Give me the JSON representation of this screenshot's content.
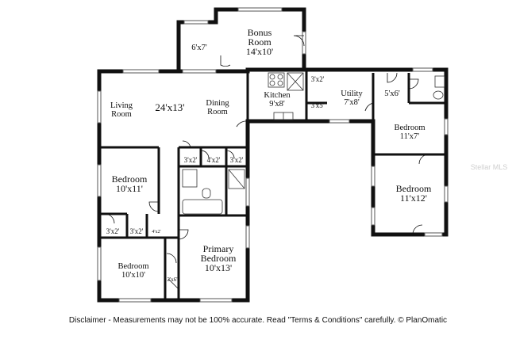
{
  "rooms": {
    "bonus": {
      "name1": "Bonus",
      "name2": "Room",
      "dim": "14'x10'"
    },
    "closet_6x7": {
      "dim": "6'x7'"
    },
    "living": {
      "name1": "Living",
      "name2": "Room"
    },
    "main_dim": {
      "dim": "24'x13'"
    },
    "dining": {
      "name1": "Dining",
      "name2": "Room"
    },
    "kitchen": {
      "name": "Kitchen",
      "dim": "9'x8'"
    },
    "pantry_3x2": {
      "dim": "3'x2'"
    },
    "pantry_3x5": {
      "dim": "3'x5'"
    },
    "utility": {
      "name": "Utility",
      "dim": "7'x8'"
    },
    "bath_5x6": {
      "dim": "5'x6'"
    },
    "bedroom_e1": {
      "name": "Bedroom",
      "dim": "11'x7'"
    },
    "bedroom_e2": {
      "name": "Bedroom",
      "dim": "11'x12'"
    },
    "closet_a": {
      "dim": "3'x2'"
    },
    "closet_b": {
      "dim": "4'x2'"
    },
    "closet_c": {
      "dim": "3'x2'"
    },
    "bedroom_w1": {
      "name": "Bedroom",
      "dim": "10'x11'"
    },
    "closet_d": {
      "dim": "3'x2'"
    },
    "closet_e": {
      "dim": "3'x2'"
    },
    "closet_f": {
      "dim": "4'x2'"
    },
    "primary": {
      "name1": "Primary",
      "name2": "Bedroom",
      "dim": "10'x13'"
    },
    "closet_2x6": {
      "dim": "2'x6'"
    },
    "bedroom_w2": {
      "name": "Bedroom",
      "dim": "10'x10'"
    }
  },
  "watermark": "Stellar MLS",
  "disclaimer": "Disclaimer - Measurements may not be 100% accurate. Read \"Terms & Conditions\" carefully. © PlanOmatic"
}
